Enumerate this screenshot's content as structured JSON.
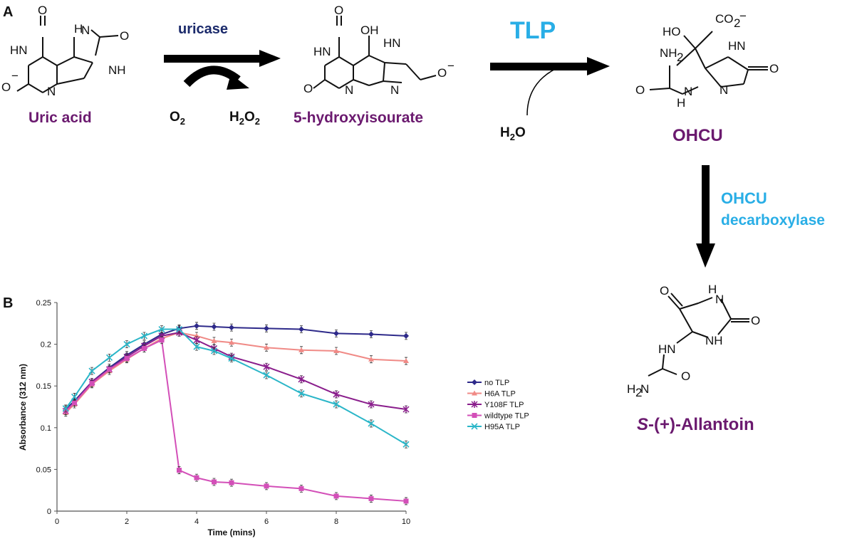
{
  "panel_a": {
    "label": "A",
    "uric_acid": "Uric acid",
    "uricase": "uricase",
    "o2_main": "O",
    "o2_sub": "2",
    "h2o2_h": "H",
    "h2o2_2a": "2",
    "h2o2_o": "O",
    "h2o2_2b": "2",
    "hydroxyisourate": "5-hydroxyisourate",
    "tlp": "TLP",
    "h2o_h": "H",
    "h2o_2": "2",
    "h2o_o": "O",
    "ohcu": "OHCU",
    "decarb_line1": "OHCU",
    "decarb_line2": "decarboxylase",
    "allantoin_s": "S",
    "allantoin_rest": "-(+)-Allantoin"
  },
  "panel_b": {
    "label": "B"
  },
  "colors": {
    "compound": "#6b1a6f",
    "enzyme_tlp": "#29aee6",
    "enzyme_uricase": "#1b2a6b"
  },
  "chart_data": {
    "type": "line",
    "xlabel": "Time (mins)",
    "ylabel": "Absorbance (312 nm)",
    "xlim": [
      0,
      10
    ],
    "ylim": [
      0,
      0.25
    ],
    "xticks": [
      "0",
      "2",
      "4",
      "6",
      "8",
      "10"
    ],
    "yticks": [
      "0",
      "0.05",
      "0.1",
      "0.15",
      "0.2",
      "0.25"
    ],
    "grid": false,
    "legend_position": "right",
    "series": [
      {
        "name": "no TLP",
        "color": "#2e2a8a",
        "marker": "diamond",
        "x": [
          0.25,
          0.5,
          1,
          1.5,
          2,
          2.5,
          3,
          3.5,
          4,
          4.5,
          5,
          6,
          7,
          8,
          9,
          10
        ],
        "y": [
          0.122,
          0.132,
          0.155,
          0.172,
          0.187,
          0.2,
          0.212,
          0.219,
          0.222,
          0.221,
          0.22,
          0.219,
          0.218,
          0.213,
          0.212,
          0.21
        ]
      },
      {
        "name": "H6A TLP",
        "color": "#f08a86",
        "marker": "triangle",
        "x": [
          0.25,
          0.5,
          1,
          1.5,
          2,
          2.5,
          3,
          3.5,
          4,
          4.5,
          5,
          6,
          7,
          8,
          9,
          10
        ],
        "y": [
          0.118,
          0.128,
          0.152,
          0.168,
          0.182,
          0.195,
          0.207,
          0.214,
          0.21,
          0.204,
          0.202,
          0.196,
          0.193,
          0.192,
          0.182,
          0.18
        ]
      },
      {
        "name": "Y108F TLP",
        "color": "#8a1e8c",
        "marker": "star",
        "x": [
          0.25,
          0.5,
          1,
          1.5,
          2,
          2.5,
          3,
          3.5,
          4,
          4.5,
          5,
          6,
          7,
          8,
          9,
          10
        ],
        "y": [
          0.12,
          0.13,
          0.155,
          0.17,
          0.185,
          0.198,
          0.21,
          0.214,
          0.205,
          0.195,
          0.185,
          0.173,
          0.158,
          0.14,
          0.128,
          0.122
        ]
      },
      {
        "name": "wildtype TLP",
        "color": "#d34fb8",
        "marker": "square",
        "x": [
          0.25,
          0.5,
          1,
          1.5,
          2,
          2.5,
          3,
          3.5,
          4,
          4.5,
          5,
          6,
          7,
          8,
          9,
          10
        ],
        "y": [
          0.12,
          0.13,
          0.153,
          0.17,
          0.183,
          0.195,
          0.205,
          0.049,
          0.04,
          0.035,
          0.034,
          0.03,
          0.027,
          0.018,
          0.015,
          0.012
        ]
      },
      {
        "name": "H95A TLP",
        "color": "#2bb6c8",
        "marker": "x",
        "x": [
          0.25,
          0.5,
          1,
          1.5,
          2,
          2.5,
          3,
          3.5,
          4,
          4.5,
          5,
          6,
          7,
          8,
          9,
          10
        ],
        "y": [
          0.123,
          0.137,
          0.168,
          0.184,
          0.2,
          0.21,
          0.218,
          0.218,
          0.197,
          0.192,
          0.183,
          0.163,
          0.141,
          0.128,
          0.105,
          0.08
        ]
      }
    ]
  }
}
